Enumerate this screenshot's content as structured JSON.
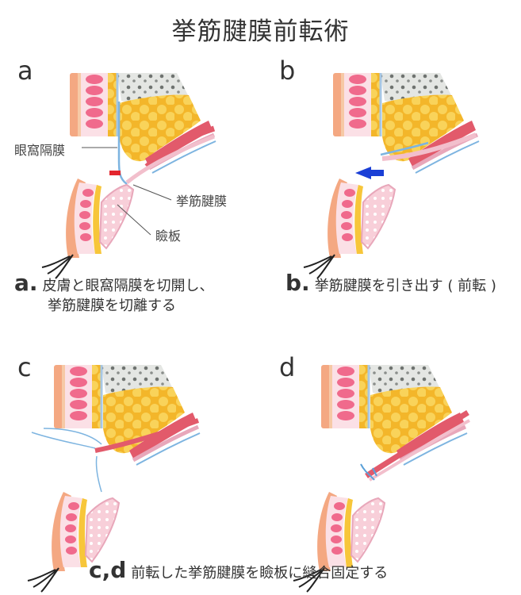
{
  "title": "挙筋腱膜前転術",
  "panels": {
    "a": {
      "label": "a"
    },
    "b": {
      "label": "b"
    },
    "c": {
      "label": "c"
    },
    "d": {
      "label": "d"
    }
  },
  "annotations": {
    "orbital_septum": "眼窩隔膜",
    "levator_aponeurosis": "挙筋腱膜",
    "tarsus": "瞼板"
  },
  "captions": {
    "a_prefix": "a.",
    "a_line1": "皮膚と眼窩隔膜を切開し、",
    "a_line2": "挙筋腱膜を切離する",
    "b_prefix": "b.",
    "b_text": "挙筋腱膜を引き出す ( 前転 )",
    "cd_prefix": "c,d",
    "cd_text": "前転した挙筋腱膜を瞼板に縫合固定する"
  },
  "colors": {
    "skin": "#f4b48c",
    "muscle_dots": "#f06a8c",
    "fat_yellow": "#f7c63a",
    "bone": "#d9dcd9",
    "muscle_red": "#e45a6a",
    "septum_blue": "#5aa0d8",
    "tarsus_pink": "#f7c9d4",
    "incision_red": "#e3262e",
    "arrow_blue": "#1a3fd6"
  }
}
